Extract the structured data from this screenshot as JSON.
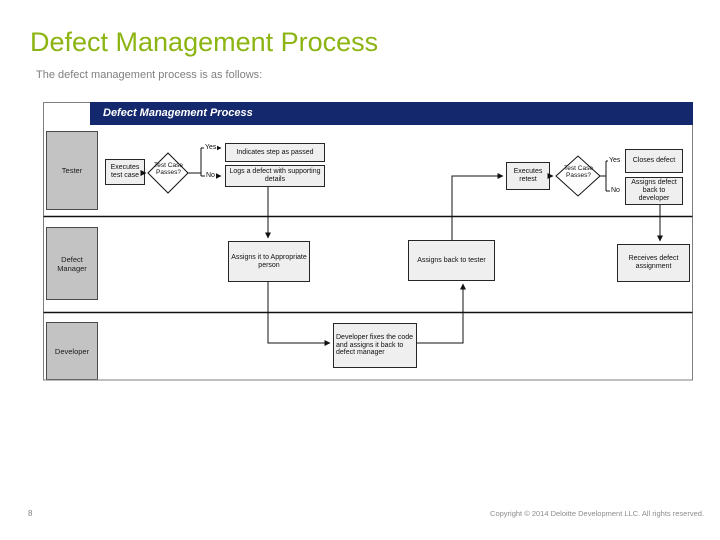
{
  "slide": {
    "title": "Defect Management Process",
    "subtitle": "The defect management process is as follows:",
    "page_number": "8",
    "copyright": "Copyright © 2014 Deloitte Development LLC. All rights reserved."
  },
  "diagram": {
    "title": "Defect Management Process",
    "lanes": {
      "tester": "Tester",
      "defect_manager": "Defect Manager",
      "developer": "Developer"
    },
    "nodes": {
      "executes_test_case": "Executes test case",
      "test_case_passes_1": "Test Case Passes?",
      "indicates_step_passed": "Indicates step as passed",
      "logs_defect": "Logs a defect with supporting details",
      "assigns_appropriate": "Assigns it to Appropriate person",
      "developer_fixes": "Developer fixes the code and assigns it back to defect manager",
      "assigns_back_tester": "Assigns back to tester",
      "executes_retest": "Executes retest",
      "test_case_passes_2": "Test Case Passes?",
      "closes_defect": "Closes defect",
      "assigns_defect_back_developer": "Assigns defect back to developer",
      "receives_defect_assignment": "Receives defect assignment"
    },
    "edge_labels": {
      "yes1": "Yes",
      "no1": "No",
      "yes2": "Yes",
      "no2": "No"
    }
  },
  "colors": {
    "title_green": "#8CB412",
    "header_navy": "#14286E",
    "lane_gray": "#C3C3C3",
    "box_fill": "#EFEFEF",
    "line_black": "#111111",
    "frame_gray": "#7F7F7F"
  }
}
